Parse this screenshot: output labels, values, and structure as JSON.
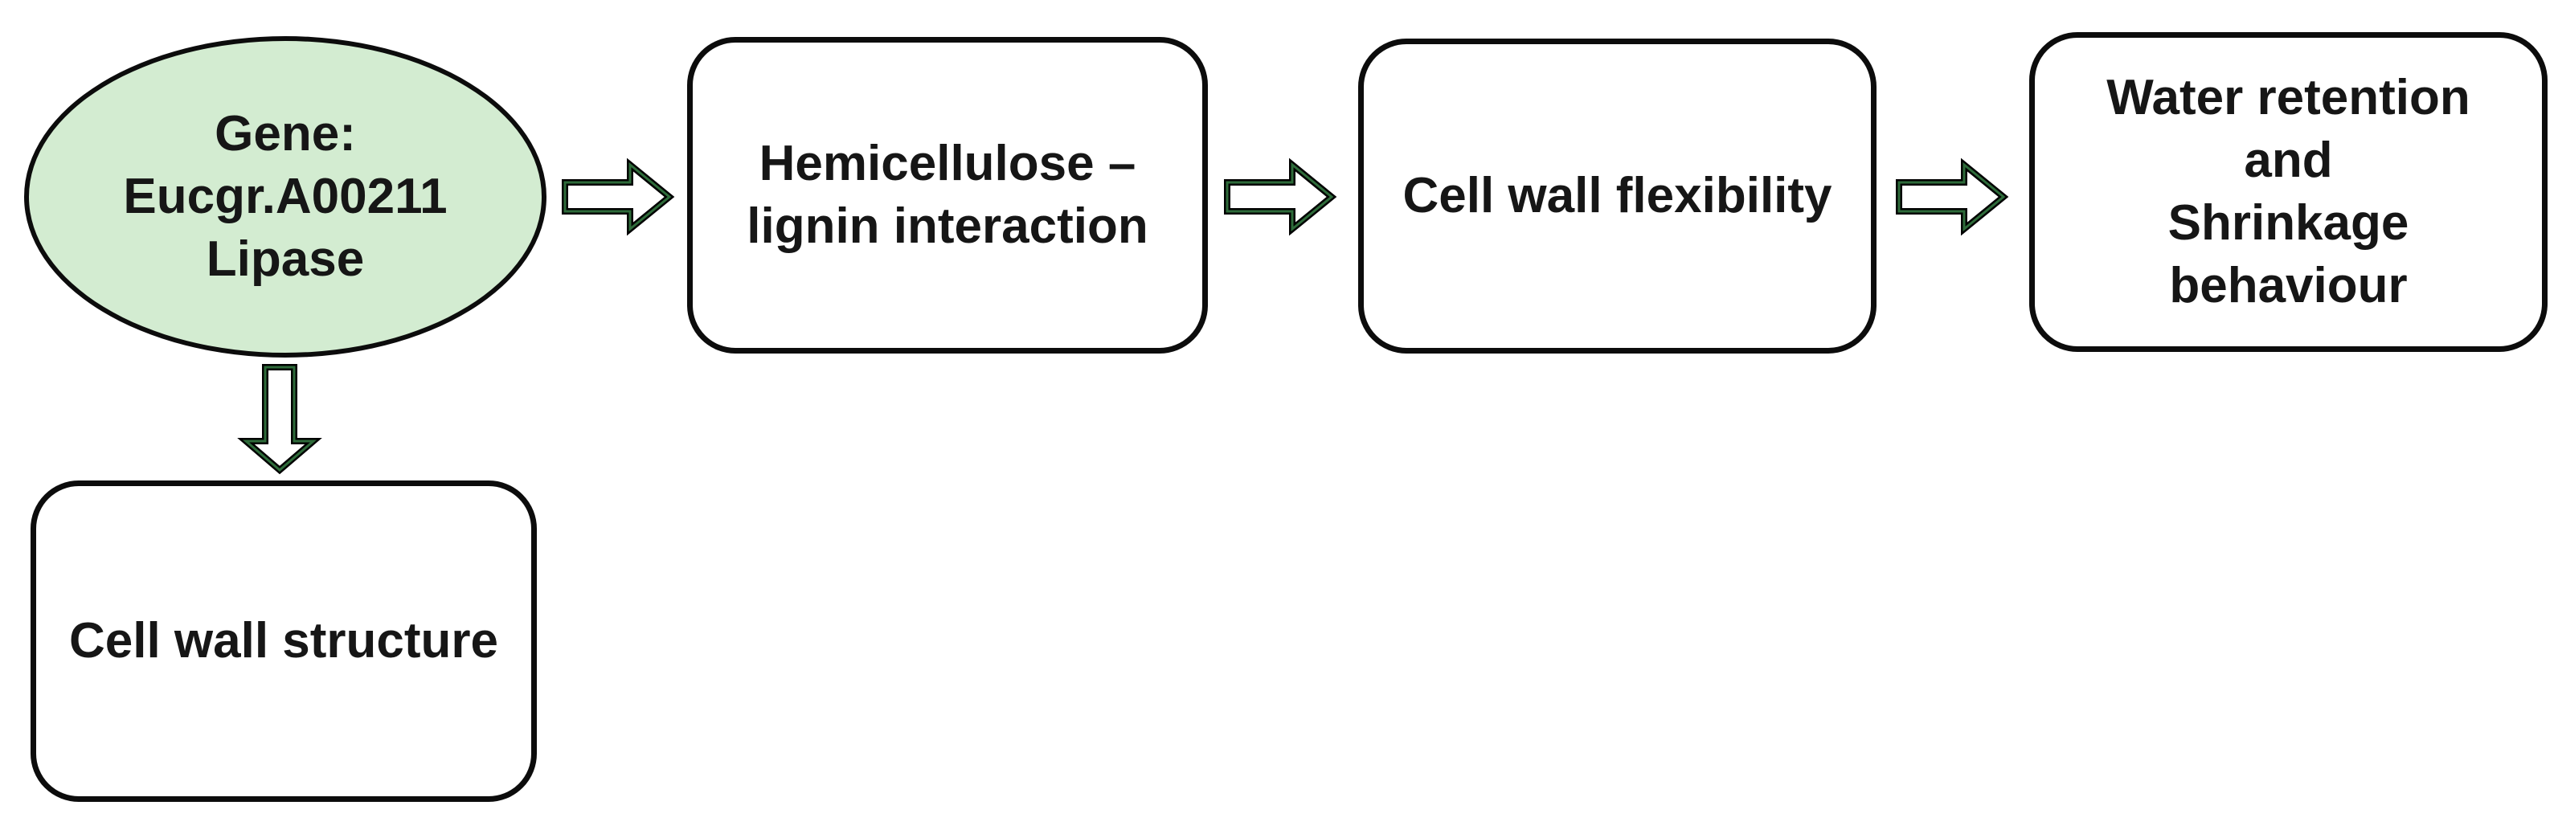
{
  "diagram_type": "flowchart",
  "colors": {
    "background": "#ffffff",
    "node_fill": "#ffffff",
    "gene_fill": "#d3ecd1",
    "border": "#0c0c0c",
    "text": "#161616",
    "arrow_outer": "#000000",
    "arrow_inner": "#2e6b3a"
  },
  "nodes": {
    "gene": {
      "shape": "ellipse",
      "lines": [
        "Gene:",
        "Eucgr.A00211",
        "Lipase"
      ]
    },
    "hemicellulose": {
      "shape": "rounded-rect",
      "lines": [
        "Hemicellulose –",
        "lignin interaction"
      ]
    },
    "flexibility": {
      "shape": "rounded-rect",
      "lines": [
        "Cell wall flexibility"
      ]
    },
    "water": {
      "shape": "rounded-rect",
      "lines": [
        "Water retention",
        "and",
        "Shrinkage",
        "behaviour"
      ]
    },
    "structure": {
      "shape": "rounded-rect",
      "lines": [
        "Cell wall structure"
      ]
    }
  },
  "arrows": [
    {
      "from": "gene",
      "to": "hemicellulose",
      "direction": "right",
      "style": "hollow-block"
    },
    {
      "from": "hemicellulose",
      "to": "flexibility",
      "direction": "right",
      "style": "hollow-block"
    },
    {
      "from": "flexibility",
      "to": "water",
      "direction": "right",
      "style": "hollow-block"
    },
    {
      "from": "gene",
      "to": "structure",
      "direction": "down",
      "style": "hollow-block"
    }
  ]
}
